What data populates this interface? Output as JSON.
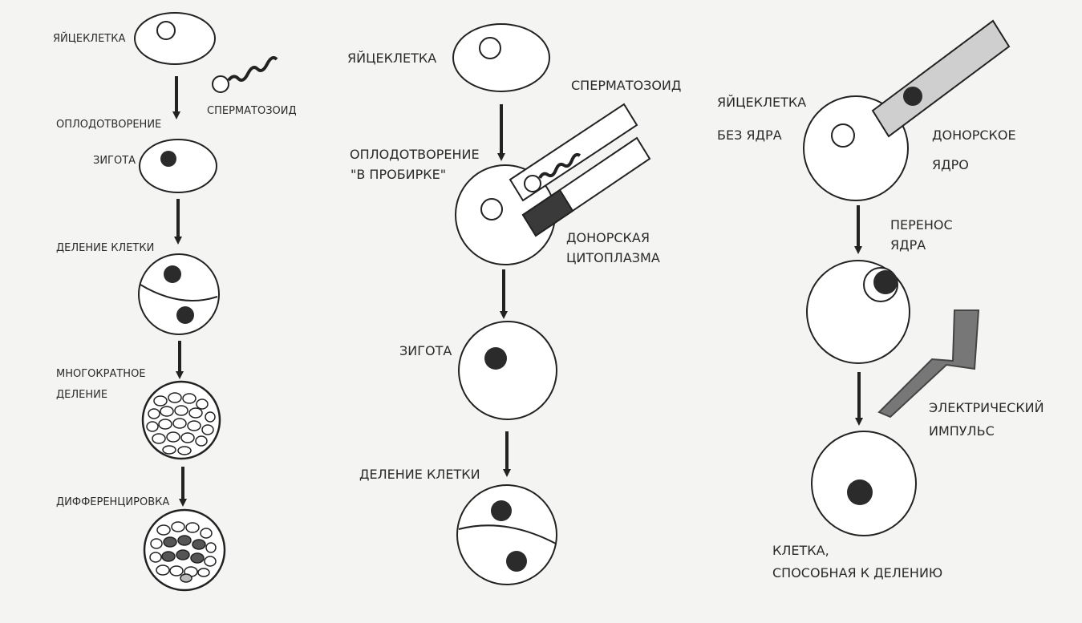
{
  "panel_natural": {
    "egg": "ЯЙЦЕКЛЕТКА",
    "sperm": "СПЕРМАТОЗОИД",
    "fertilization": "ОПЛОДОТВОРЕНИЕ",
    "zygote": "ЗИГОТА",
    "division": "ДЕЛЕНИЕ КЛЕТКИ",
    "multiple_division_line1": "МНОГОКРАТНОЕ",
    "multiple_division_line2": "ДЕЛЕНИЕ",
    "differentiation": "ДИФФЕРЕНЦИРОВКА"
  },
  "panel_ivf": {
    "egg": "ЯЙЦЕКЛЕТКА",
    "sperm": "СПЕРМАТОЗОИД",
    "fertilization_line1": "ОПЛОДОТВОРЕНИЕ",
    "fertilization_line2": "\"В ПРОБИРКЕ\"",
    "donor_cytoplasm_line1": "ДОНОРСКАЯ",
    "donor_cytoplasm_line2": "ЦИТОПЛАЗМА",
    "zygote": "ЗИГОТА",
    "division": "ДЕЛЕНИЕ КЛЕТКИ"
  },
  "panel_nuclear_transfer": {
    "egg_line1": "ЯЙЦЕКЛЕТКА",
    "egg_line2": "БЕЗ ЯДРА",
    "donor_nucleus_line1": "ДОНОРСКОЕ",
    "donor_nucleus_line2": "ЯДРО",
    "transfer_line1": "ПЕРЕНОС",
    "transfer_line2": "ЯДРА",
    "impulse_line1": "ЭЛЕКТРИЧЕСКИЙ",
    "impulse_line2": "ИМПУЛЬС",
    "result_line1": "КЛЕТКА,",
    "result_line2": "СПОСОБНАЯ К ДЕЛЕНИЮ"
  },
  "colors": {
    "stroke": "#222222",
    "nucleus": "#2b2b2b",
    "pipette_fill": "#cfcfcf",
    "background": "#f4f4f2"
  }
}
